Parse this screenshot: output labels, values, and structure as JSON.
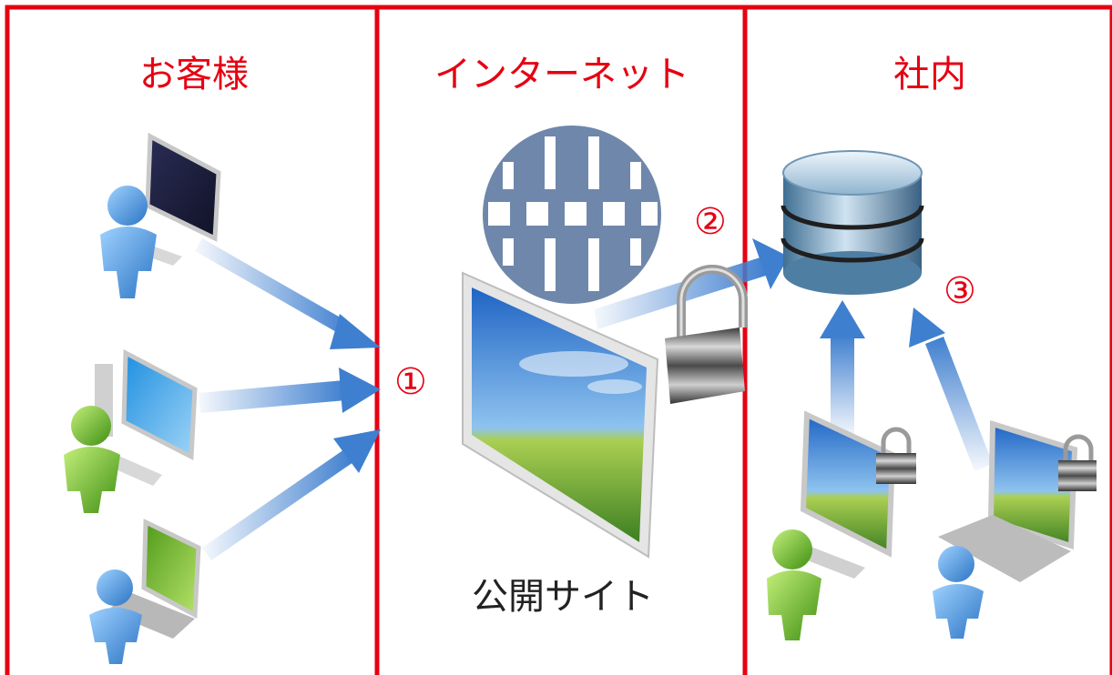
{
  "headings": {
    "customers": "お客様",
    "internet": "インターネット",
    "company": "社内"
  },
  "markers": {
    "one": "①",
    "two": "②",
    "three": "③"
  },
  "public_site": {
    "caption": "公開サイト"
  },
  "colors": {
    "border": "#e60012",
    "heading": "#e60012",
    "arrow": "#3f7fcf",
    "globe": "#6f87aa",
    "user_blue": "#3a88d8",
    "user_green": "#58b21c"
  },
  "icons": {
    "globe": "globe-icon",
    "database": "database-icon",
    "padlock": "padlock-icon",
    "desktop": "desktop-computer-icon",
    "laptop": "laptop-icon",
    "user": "user-icon"
  }
}
